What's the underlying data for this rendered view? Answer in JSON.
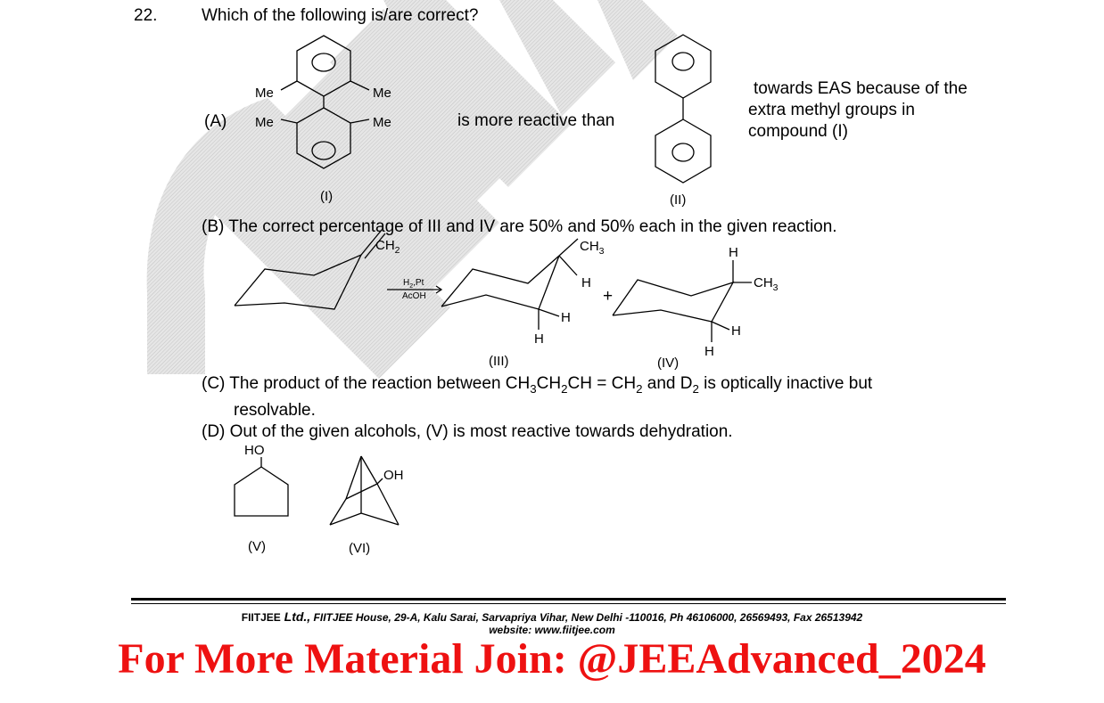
{
  "question": {
    "number": "22.",
    "stem": "Which of the following is/are correct?"
  },
  "option_a": {
    "label": "(A)",
    "me_labels": [
      "Me",
      "Me",
      "Me",
      "Me"
    ],
    "compound_1_label": "(I)",
    "middle_text": "is more reactive than",
    "compound_2_label": "(II)",
    "reason_lines": [
      "towards EAS because of the",
      "extra methyl groups in",
      "compound (I)"
    ]
  },
  "option_b": {
    "text": "(B) The correct percentage of III and IV are 50% and 50% each in the given reaction.",
    "reactant_group": "CH",
    "reactant_group_sub": "2",
    "reagent_top": "H",
    "reagent_top_sub": "2",
    "reagent_top_rest": ",Pt",
    "reagent_bottom": "AcOH",
    "product_3_methyl": "CH",
    "product_3_methyl_sub": "3",
    "h_label": "H",
    "plus": "+",
    "product_4_methyl": "CH",
    "product_4_methyl_sub": "3",
    "product_3_label": "(III)",
    "product_4_label": "(IV)"
  },
  "option_c": {
    "prefix": "(C)  The product of the reaction between ",
    "formula_parts": [
      "CH",
      "3",
      "CH",
      "2",
      "CH = CH",
      "2"
    ],
    "suffix_pre": "  and D",
    "suffix_sub": "2",
    "suffix_post": " is optically inactive but",
    "line2": "resolvable."
  },
  "option_d": {
    "text": "(D) Out of the given alcohols, (V) is most reactive towards dehydration.",
    "ho_label": "HO",
    "oh_label": "OH",
    "compound_5_label": "(V)",
    "compound_6_label": "(VI)"
  },
  "footer": {
    "brand": "FIITJEE",
    "ltd": " Ltd.,",
    "address": " FIITJEE House, 29-A, Kalu  Sarai, Sarvapriya Vihar, New Delhi -110016, Ph 46106000, 26569493, Fax 26513942",
    "website": "website: www.fiitjee.com"
  },
  "promo": "For More Material Join: @JEEAdvanced_2024"
}
